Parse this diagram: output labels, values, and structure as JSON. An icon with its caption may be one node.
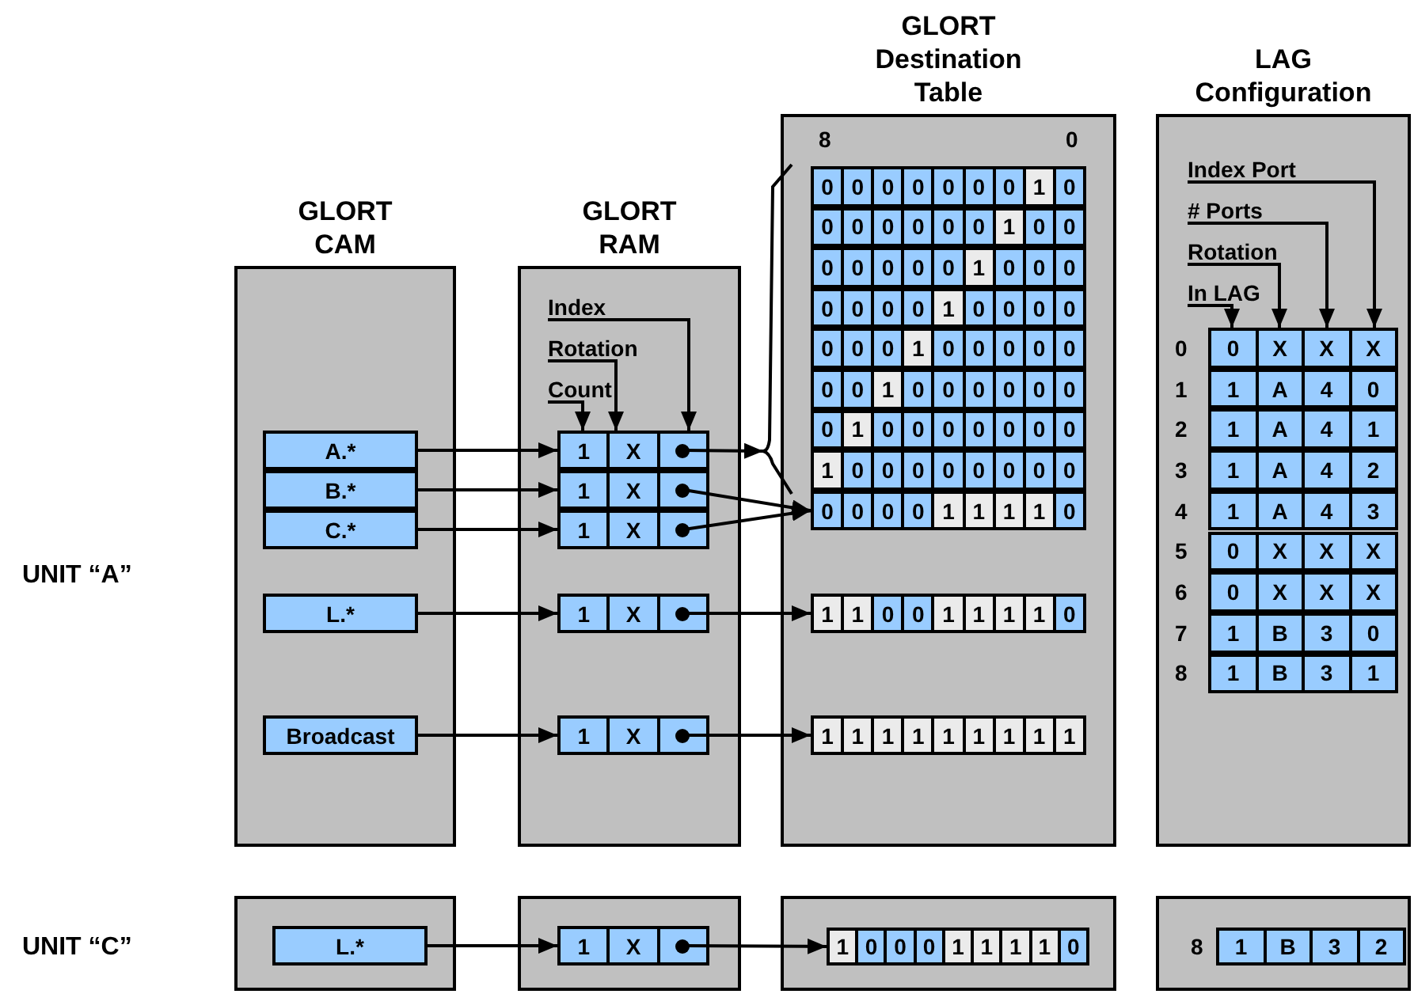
{
  "diagram": {
    "nodes": [
      {
        "text": [
          "GLORT CAM"
        ]
      },
      {
        "text": [
          "A.*"
        ],
        "in": 0
      },
      {
        "text": [
          "B.*"
        ],
        "in": 0
      },
      {
        "text": [
          "C.*"
        ],
        "in": 0
      },
      {
        "text": [
          "L.*"
        ],
        "in": 0
      },
      {
        "text": [
          "Broadcast"
        ],
        "in": 0
      },
      {
        "text": [
          "GLORT RAM"
        ]
      },
      {
        "text": [
          "Index"
        ],
        "in": 6
      },
      {
        "text": [
          "Rotation"
        ],
        "in": 6
      },
      {
        "text": [
          "Count"
        ],
        "in": 6
      },
      {
        "text": [
          "1",
          "X"
        ],
        "in": 6
      },
      {
        "text": [
          "1",
          "X"
        ],
        "in": 6
      },
      {
        "text": [
          "1",
          "X"
        ],
        "in": 6
      },
      {
        "text": [
          "1",
          "X"
        ],
        "in": 6
      },
      {
        "text": [
          "1",
          "X"
        ],
        "in": 6
      },
      {
        "text": [
          "GLORT Destination Table",
          "8",
          "0"
        ]
      },
      {
        "text": [],
        "shape": "bracket",
        "in": 15
      },
      {
        "text": [
          "0",
          "0",
          "0",
          "0",
          "0",
          "0",
          "0",
          "1",
          "0"
        ],
        "in": 15
      },
      {
        "text": [
          "0",
          "0",
          "0",
          "0",
          "0",
          "0",
          "1",
          "0",
          "0"
        ],
        "in": 15
      },
      {
        "text": [
          "0",
          "0",
          "0",
          "0",
          "0",
          "1",
          "0",
          "0",
          "0"
        ],
        "in": 15
      },
      {
        "text": [
          "0",
          "0",
          "0",
          "0",
          "1",
          "0",
          "0",
          "0",
          "0"
        ],
        "in": 15
      },
      {
        "text": [
          "0",
          "0",
          "0",
          "1",
          "0",
          "0",
          "0",
          "0",
          "0"
        ],
        "in": 15
      },
      {
        "text": [
          "0",
          "0",
          "1",
          "0",
          "0",
          "0",
          "0",
          "0",
          "0"
        ],
        "in": 15
      },
      {
        "text": [
          "0",
          "1",
          "0",
          "0",
          "0",
          "0",
          "0",
          "0",
          "0"
        ],
        "in": 15
      },
      {
        "text": [
          "1",
          "0",
          "0",
          "0",
          "0",
          "0",
          "0",
          "0",
          "0"
        ],
        "in": 15
      },
      {
        "text": [
          "0",
          "0",
          "0",
          "0",
          "1",
          "1",
          "1",
          "1",
          "0"
        ],
        "in": 15
      },
      {
        "text": [
          "1",
          "1",
          "0",
          "0",
          "1",
          "1",
          "1",
          "1",
          "0"
        ],
        "in": 15
      },
      {
        "text": [
          "1",
          "1",
          "1",
          "1",
          "1",
          "1",
          "1",
          "1",
          "1"
        ],
        "in": 15
      },
      {
        "text": [
          "LAG Configuration"
        ]
      },
      {
        "text": [
          "Index Port"
        ],
        "in": 28
      },
      {
        "text": [
          "# Ports"
        ],
        "in": 28
      },
      {
        "text": [
          "Rotation"
        ],
        "in": 28
      },
      {
        "text": [
          "In LAG"
        ],
        "in": 28
      },
      {
        "text": [
          "0",
          "X",
          "X",
          "X"
        ],
        "in": 28,
        "beside": [
          "0"
        ]
      },
      {
        "text": [
          "1",
          "A",
          "4",
          "0"
        ],
        "in": 28,
        "beside": [
          "1"
        ]
      },
      {
        "text": [
          "1",
          "A",
          "4",
          "1"
        ],
        "in": 28,
        "beside": [
          "2"
        ]
      },
      {
        "text": [
          "1",
          "A",
          "4",
          "2"
        ],
        "in": 28,
        "beside": [
          "3"
        ]
      },
      {
        "text": [
          "1",
          "A",
          "4",
          "3"
        ],
        "in": 28,
        "beside": [
          "4"
        ]
      },
      {
        "text": [
          "0",
          "X",
          "X",
          "X"
        ],
        "in": 28,
        "beside": [
          "5"
        ]
      },
      {
        "text": [
          "0",
          "X",
          "X",
          "X"
        ],
        "in": 28,
        "beside": [
          "6"
        ]
      },
      {
        "text": [
          "1",
          "B",
          "3",
          "0"
        ],
        "in": 28,
        "beside": [
          "7"
        ]
      },
      {
        "text": [
          "1",
          "B",
          "3",
          "1"
        ],
        "in": 28,
        "beside": [
          "8"
        ]
      },
      {
        "text": [],
        "shape": "box"
      },
      {
        "text": [
          "L.*"
        ],
        "in": 42
      },
      {
        "text": [],
        "shape": "box"
      },
      {
        "text": [
          "1",
          "X"
        ],
        "in": 44
      },
      {
        "text": [],
        "shape": "box"
      },
      {
        "text": [
          "1",
          "0",
          "0",
          "0",
          "1",
          "1",
          "1",
          "1",
          "0"
        ],
        "in": 46
      },
      {
        "text": [],
        "shape": "box"
      },
      {
        "text": [
          "1",
          "B",
          "3",
          "2"
        ],
        "in": 48,
        "beside": [
          "8"
        ]
      }
    ],
    "edges": [
      {
        "from": 1,
        "to": 10,
        "arrow": "to"
      },
      {
        "from": 2,
        "to": 11,
        "arrow": "to"
      },
      {
        "from": 3,
        "to": 12,
        "arrow": "to"
      },
      {
        "from": 4,
        "to": 13,
        "arrow": "to"
      },
      {
        "from": 5,
        "to": 14,
        "arrow": "to"
      },
      {
        "from": 10,
        "to": 16,
        "arrow": "to"
      },
      {
        "from": 11,
        "to": 25,
        "arrow": "to"
      },
      {
        "from": 12,
        "to": 25,
        "arrow": "to"
      },
      {
        "from": 13,
        "to": 26,
        "arrow": "to"
      },
      {
        "from": 14,
        "to": 27,
        "arrow": "to"
      },
      {
        "from": 7,
        "to": 10,
        "arrow": "to"
      },
      {
        "from": 8,
        "to": 10,
        "arrow": "to"
      },
      {
        "from": 9,
        "to": 10,
        "arrow": "to"
      },
      {
        "from": 29,
        "to": 33,
        "arrow": "to"
      },
      {
        "from": 30,
        "to": 33,
        "arrow": "to"
      },
      {
        "from": 31,
        "to": 33,
        "arrow": "to"
      },
      {
        "from": 32,
        "to": 33,
        "arrow": "to"
      },
      {
        "from": 43,
        "to": 45,
        "arrow": "to"
      },
      {
        "from": 45,
        "to": 47,
        "arrow": "to"
      }
    ],
    "labels": [
      "UNIT “A”",
      "UNIT “C”"
    ]
  }
}
